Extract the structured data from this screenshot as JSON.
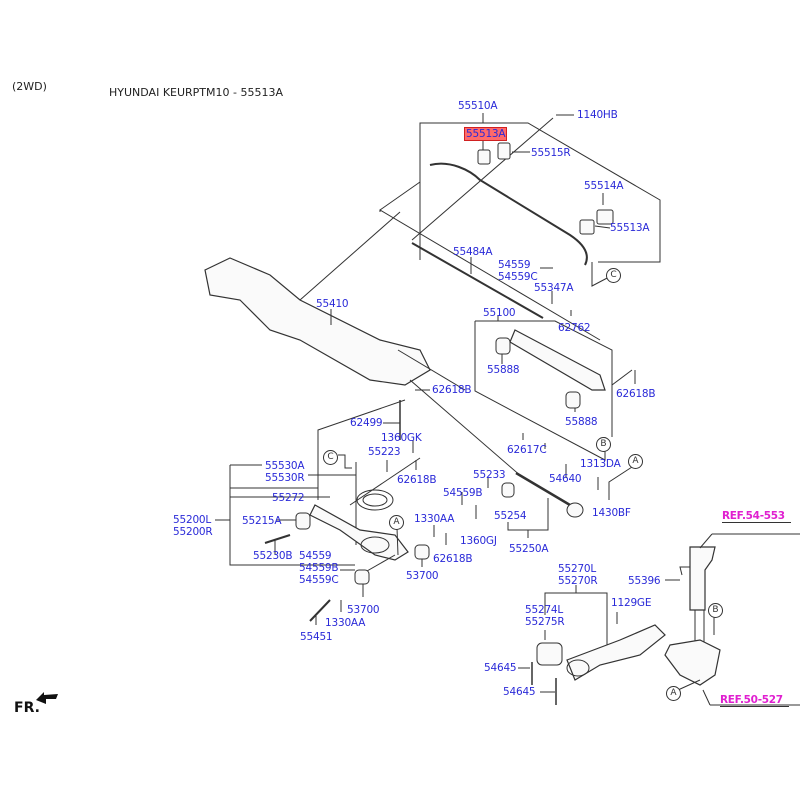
{
  "header": {
    "variant": "(2WD)",
    "title": "HYUNDAI KEURPTM10 - 55513A"
  },
  "highlighted_part": "55513A",
  "accent_colors": {
    "label": "#2a2ad8",
    "highlight": "#ff6a6a",
    "reference": "#e020d0"
  },
  "labels": [
    {
      "id": "l55510A",
      "text": "55510A"
    },
    {
      "id": "l1140HB",
      "text": "1140HB"
    },
    {
      "id": "l55513A_hl",
      "text": "55513A"
    },
    {
      "id": "l55515R",
      "text": "55515R"
    },
    {
      "id": "l55514A",
      "text": "55514A"
    },
    {
      "id": "l55513A_2",
      "text": "55513A"
    },
    {
      "id": "l55484A",
      "text": "55484A"
    },
    {
      "id": "l54559a",
      "text": "54559\n54559C"
    },
    {
      "id": "l55347A",
      "text": "55347A"
    },
    {
      "id": "l62762",
      "text": "62762"
    },
    {
      "id": "l55410",
      "text": "55410"
    },
    {
      "id": "l55100",
      "text": "55100"
    },
    {
      "id": "l55888a",
      "text": "55888"
    },
    {
      "id": "l62618Ba",
      "text": "62618B"
    },
    {
      "id": "l62618Bb",
      "text": "62618B"
    },
    {
      "id": "l55888b",
      "text": "55888"
    },
    {
      "id": "l62499",
      "text": "62499"
    },
    {
      "id": "l1360GK",
      "text": "1360GK"
    },
    {
      "id": "l55223",
      "text": "55223"
    },
    {
      "id": "l62617C",
      "text": "62617C"
    },
    {
      "id": "l55530",
      "text": "55530A\n55530R"
    },
    {
      "id": "l62618Bc",
      "text": "62618B"
    },
    {
      "id": "l55233",
      "text": "55233"
    },
    {
      "id": "l54640",
      "text": "54640"
    },
    {
      "id": "l1313DA",
      "text": "1313DA"
    },
    {
      "id": "l55272",
      "text": "55272"
    },
    {
      "id": "l54559B",
      "text": "54559B"
    },
    {
      "id": "l1430BF",
      "text": "1430BF"
    },
    {
      "id": "l55200",
      "text": "55200L\n55200R"
    },
    {
      "id": "l55215A",
      "text": "55215A"
    },
    {
      "id": "l1330AAa",
      "text": "1330AA"
    },
    {
      "id": "l55254",
      "text": "55254"
    },
    {
      "id": "l1360GJ",
      "text": "1360GJ"
    },
    {
      "id": "l55250A",
      "text": "55250A"
    },
    {
      "id": "l55230B",
      "text": "55230B"
    },
    {
      "id": "l54559b",
      "text": "54559\n54559B\n54559C"
    },
    {
      "id": "l62618Bd",
      "text": "62618B"
    },
    {
      "id": "l53700a",
      "text": "53700"
    },
    {
      "id": "l53700b",
      "text": "53700"
    },
    {
      "id": "l1330AAb",
      "text": "1330AA"
    },
    {
      "id": "l55451",
      "text": "55451"
    },
    {
      "id": "l55270",
      "text": "55270L\n55270R"
    },
    {
      "id": "l55396",
      "text": "55396"
    },
    {
      "id": "l55274",
      "text": "55274L\n55275R"
    },
    {
      "id": "l1129GE",
      "text": "1129GE"
    },
    {
      "id": "l54645a",
      "text": "54645"
    },
    {
      "id": "l54645b",
      "text": "54645"
    }
  ],
  "references": [
    {
      "id": "ref1",
      "text": "REF.54-553"
    },
    {
      "id": "ref2",
      "text": "REF.50-527"
    }
  ],
  "callouts": [
    {
      "id": "cC1",
      "text": "C"
    },
    {
      "id": "cC2",
      "text": "C"
    },
    {
      "id": "cA1",
      "text": "A"
    },
    {
      "id": "cA2",
      "text": "A"
    },
    {
      "id": "cA3",
      "text": "A"
    },
    {
      "id": "cB1",
      "text": "B"
    },
    {
      "id": "cB2",
      "text": "B"
    }
  ],
  "orientation": {
    "label": "FR.",
    "icon": "front-direction-arrow-icon"
  }
}
